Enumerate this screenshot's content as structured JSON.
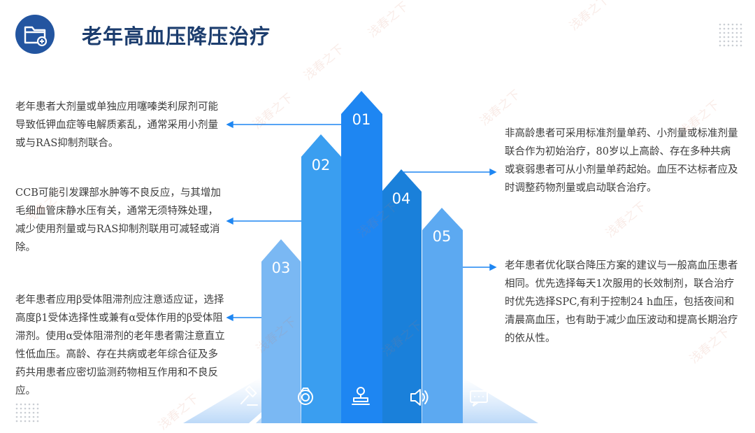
{
  "title": "老年高血压降压治疗",
  "arrows": [
    {
      "number": "01",
      "color": "#1e86f2"
    },
    {
      "number": "02",
      "color": "#3a9ef0"
    },
    {
      "number": "03",
      "color": "#78b8f2"
    },
    {
      "number": "04",
      "color": "#1a7ed8"
    },
    {
      "number": "05",
      "color": "#5aa8f0"
    }
  ],
  "icons": [
    "gavel-icon",
    "medal-icon",
    "stamp-icon",
    "speaker-icon",
    "chat-icon"
  ],
  "text_blocks": {
    "b01": "老年患者大剂量或单独应用噻嗪类利尿剂可能导致低钾血症等电解质紊乱，通常采用小剂量或与RAS抑制剂联合。",
    "bcc": "CCB可能引发踝部水肿等不良反应，与其增加毛细血管床静水压有关，通常无须特殊处理，减少使用剂量或与RAS抑制剂联用可减轻或消除。",
    "b03": "老年患者应用β受体阻滞剂应注意适应证，选择高度β1受体选择性或兼有α受体作用的β受体阻滞剂。使用α受体阻滞剂的老年患者需注意直立性低血压。高龄、存在共病或老年综合征及多药共用患者应密切监测药物相互作用和不良反应。",
    "bnr": "非高龄患者可采用标准剂量单药、小剂量或标准剂量联合作为初始治疗，80岁以上高龄、存在多种共病或衰弱患者可从小剂量单药起始。血压不达标者应及时调整药物剂量或启动联合治疗。",
    "b05": "老年患者优化联合降压方案的建议与一般高血压患者相同。优先选择每天1次服用的长效制剂，联合治疗时优先选择SPC,有利于控制24 h血压，包括夜间和清晨高血压，也有助于减少血压波动和提高长期治疗的依从性。"
  },
  "watermark": "浅春之下",
  "colors": {
    "title": "#1c3d6e",
    "header_icon": "#2355a0",
    "connector": "#1e86f2"
  }
}
